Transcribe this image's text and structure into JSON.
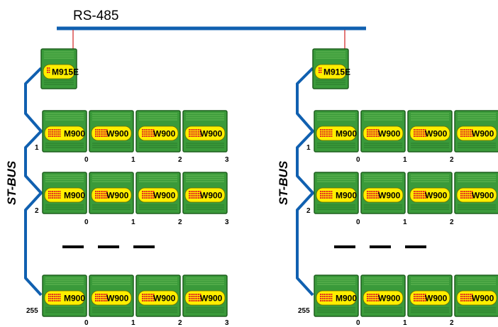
{
  "bus": {
    "rs485_label": "RS-485",
    "stbus_label": "ST-BUS"
  },
  "head_module": "M915E",
  "row_modules": [
    "M900",
    "W900",
    "W900",
    "W900"
  ],
  "rows": [
    "1",
    "2",
    "255"
  ],
  "columns": [
    "0",
    "1",
    "2",
    "3"
  ],
  "colors": {
    "bus_blue": "#1060b0",
    "drop_red": "#d02020",
    "module_green": "#3a9a3a",
    "module_dark": "#1d5e1d",
    "label_yellow": "#ffee00",
    "grid_red": "#e02020"
  }
}
